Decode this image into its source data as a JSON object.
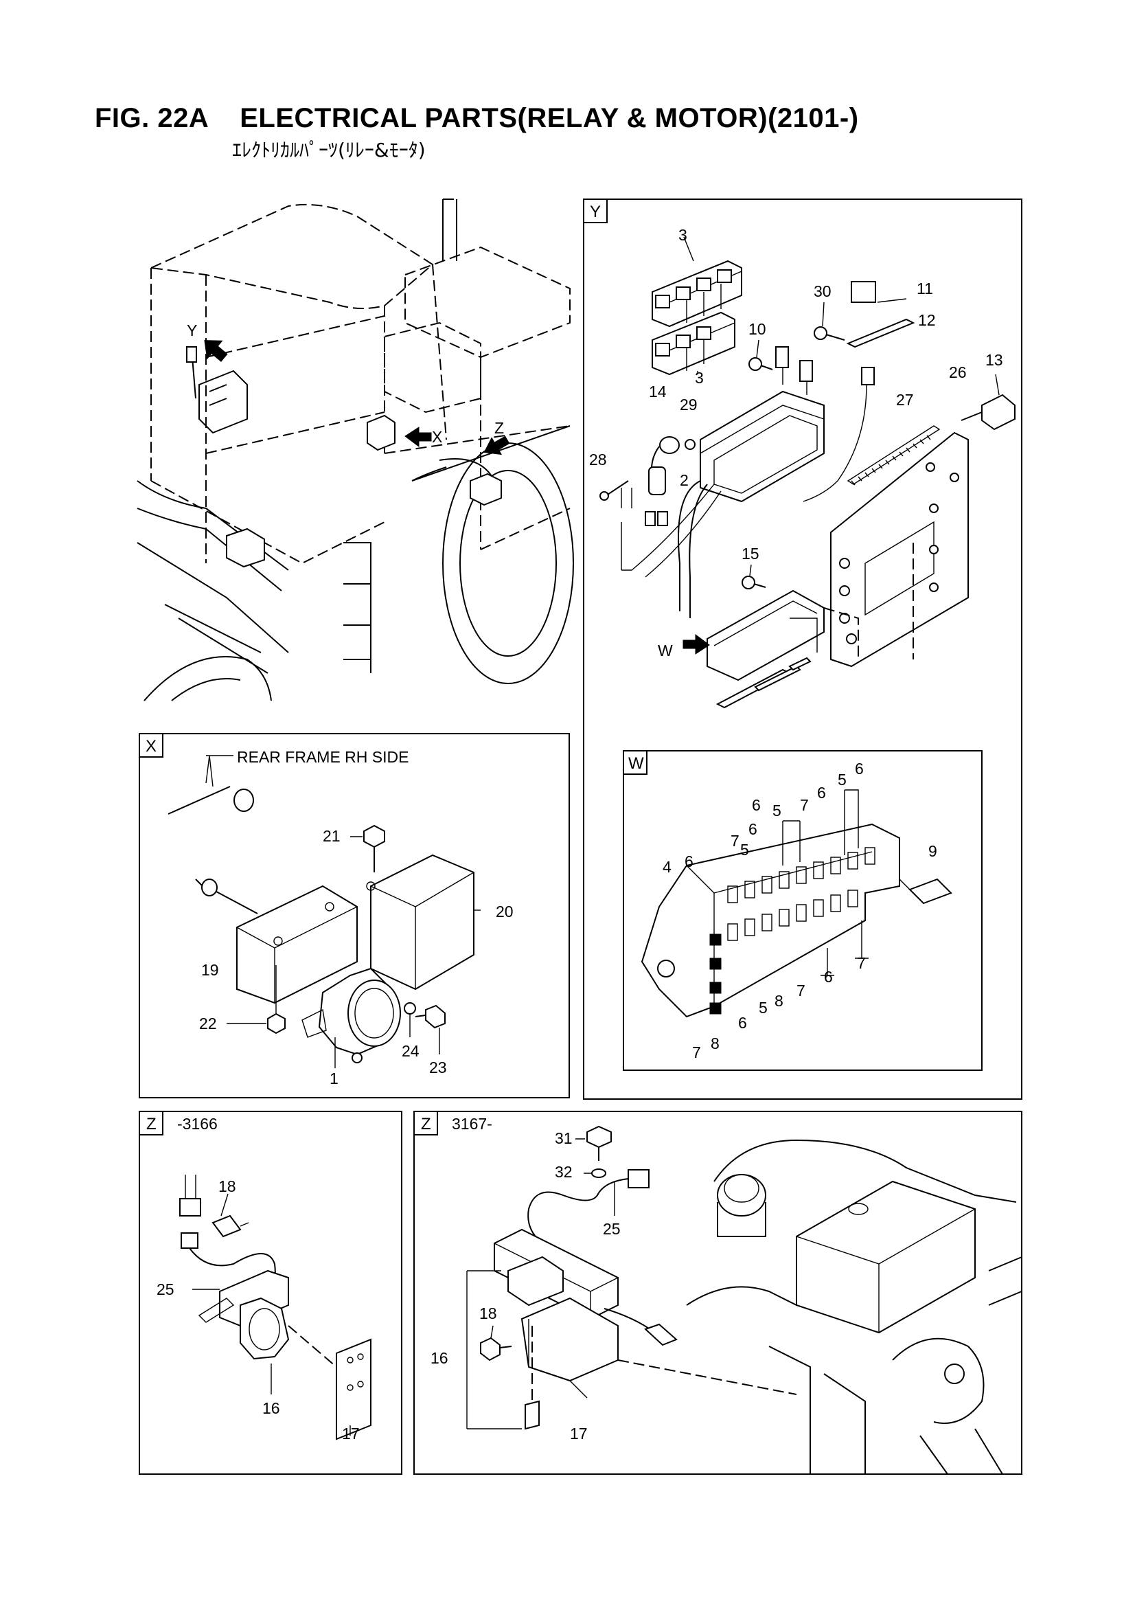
{
  "title": "FIG. 22A    ELECTRICAL PARTS(RELAY & MOTOR)(2101-)",
  "subtitle": "ｴﾚｸﾄﾘｶﾙﾊﾟｰﾂ(ﾘﾚｰ&ﾓｰﾀ)",
  "main_view": {
    "arrows": [
      "Y",
      "X",
      "Z"
    ]
  },
  "panel_y": {
    "tag": "Y",
    "callouts": [
      "3",
      "3",
      "30",
      "11",
      "12",
      "10",
      "26",
      "13",
      "27",
      "14",
      "29",
      "28",
      "2",
      "15"
    ],
    "arrow": "W"
  },
  "panel_w": {
    "tag": "W",
    "callouts_top": [
      "5",
      "6",
      "7",
      "6",
      "5",
      "7",
      "6",
      "5",
      "6"
    ],
    "callouts_side": [
      "4",
      "6",
      "9"
    ],
    "callouts_bottom": [
      "6",
      "7",
      "5",
      "8",
      "7",
      "6",
      "7",
      "7",
      "8",
      "6"
    ]
  },
  "panel_x": {
    "tag": "X",
    "note": "REAR FRAME RH SIDE",
    "callouts": [
      "21",
      "20",
      "19",
      "22",
      "24",
      "23",
      "1"
    ]
  },
  "panel_z1": {
    "tag": "Z",
    "range": "-3166",
    "callouts": [
      "18",
      "25",
      "16",
      "17"
    ]
  },
  "panel_z2": {
    "tag": "Z",
    "range": "3167-",
    "callouts": [
      "31",
      "32",
      "25",
      "18",
      "16",
      "17"
    ]
  }
}
